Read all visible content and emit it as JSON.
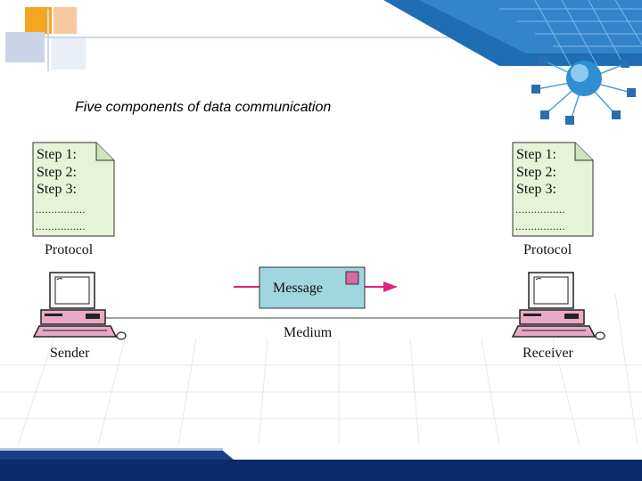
{
  "slide": {
    "title": "Five components of data communication"
  },
  "diagram": {
    "sender": {
      "protocol_steps": [
        "Step 1:",
        "Step 2:",
        "Step 3:"
      ],
      "protocol_dots": [
        "................",
        "................"
      ],
      "protocol_label": "Protocol",
      "device_label": "Sender"
    },
    "receiver": {
      "protocol_steps": [
        "Step 1:",
        "Step 2:",
        "Step 3:"
      ],
      "protocol_dots": [
        "................",
        "................"
      ],
      "protocol_label": "Protocol",
      "device_label": "Receiver"
    },
    "message_label": "Message",
    "medium_label": "Medium"
  },
  "colors": {
    "doc_fill": "#e6f3d6",
    "message_fill": "#9fd6df",
    "arrow": "#e0227a",
    "pc_accent": "#e9a9c6",
    "brand_blue": "#1f6db3",
    "footer": "#0b2a6b"
  }
}
